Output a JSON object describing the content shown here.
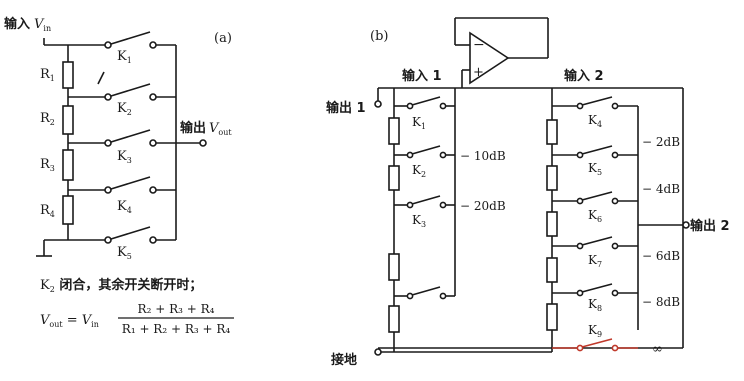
{
  "panel_a": {
    "tag": "(a)",
    "input": {
      "cn": "输入",
      "sym": "V",
      "sub": "in"
    },
    "output": {
      "cn": "输出",
      "sym": "V",
      "sub": "out"
    },
    "resistors": [
      {
        "name": "R",
        "sub": "1"
      },
      {
        "name": "R",
        "sub": "2"
      },
      {
        "name": "R",
        "sub": "3"
      },
      {
        "name": "R",
        "sub": "4"
      }
    ],
    "switches": [
      {
        "name": "K",
        "sub": "1"
      },
      {
        "name": "K",
        "sub": "2"
      },
      {
        "name": "K",
        "sub": "3"
      },
      {
        "name": "K",
        "sub": "4"
      },
      {
        "name": "K",
        "sub": "5"
      }
    ],
    "note": {
      "k": "K",
      "sub": "2",
      "text": " 闭合，其余开关断开时；"
    },
    "formula": {
      "lhs": "V",
      "lhs_sub": "out",
      "eq": " = ",
      "vin": "V",
      "vin_sub": "in",
      "numerator": "R₂ + R₃ + R₄",
      "denominator": "R₁ + R₂ + R₃ + R₄"
    }
  },
  "panel_b": {
    "tag": "(b)",
    "input1": "输入 1",
    "input2": "输入 2",
    "output1": "输出 1",
    "output2": "输出 2",
    "ground": "接地",
    "opamp_minus": "−",
    "opamp_plus": "+",
    "left_switches": [
      {
        "name": "K",
        "sub": "1"
      },
      {
        "name": "K",
        "sub": "2"
      },
      {
        "name": "K",
        "sub": "3"
      }
    ],
    "left_taps": [
      "10dB",
      "20dB"
    ],
    "right_switches": [
      {
        "name": "K",
        "sub": "4"
      },
      {
        "name": "K",
        "sub": "5"
      },
      {
        "name": "K",
        "sub": "6"
      },
      {
        "name": "K",
        "sub": "7"
      },
      {
        "name": "K",
        "sub": "8"
      },
      {
        "name": "K",
        "sub": "9"
      }
    ],
    "right_taps": [
      "2dB",
      "4dB",
      "6dB",
      "8dB",
      "∞"
    ]
  },
  "colors": {
    "ink": "#1a1a1a",
    "accent": "#c0392b"
  }
}
